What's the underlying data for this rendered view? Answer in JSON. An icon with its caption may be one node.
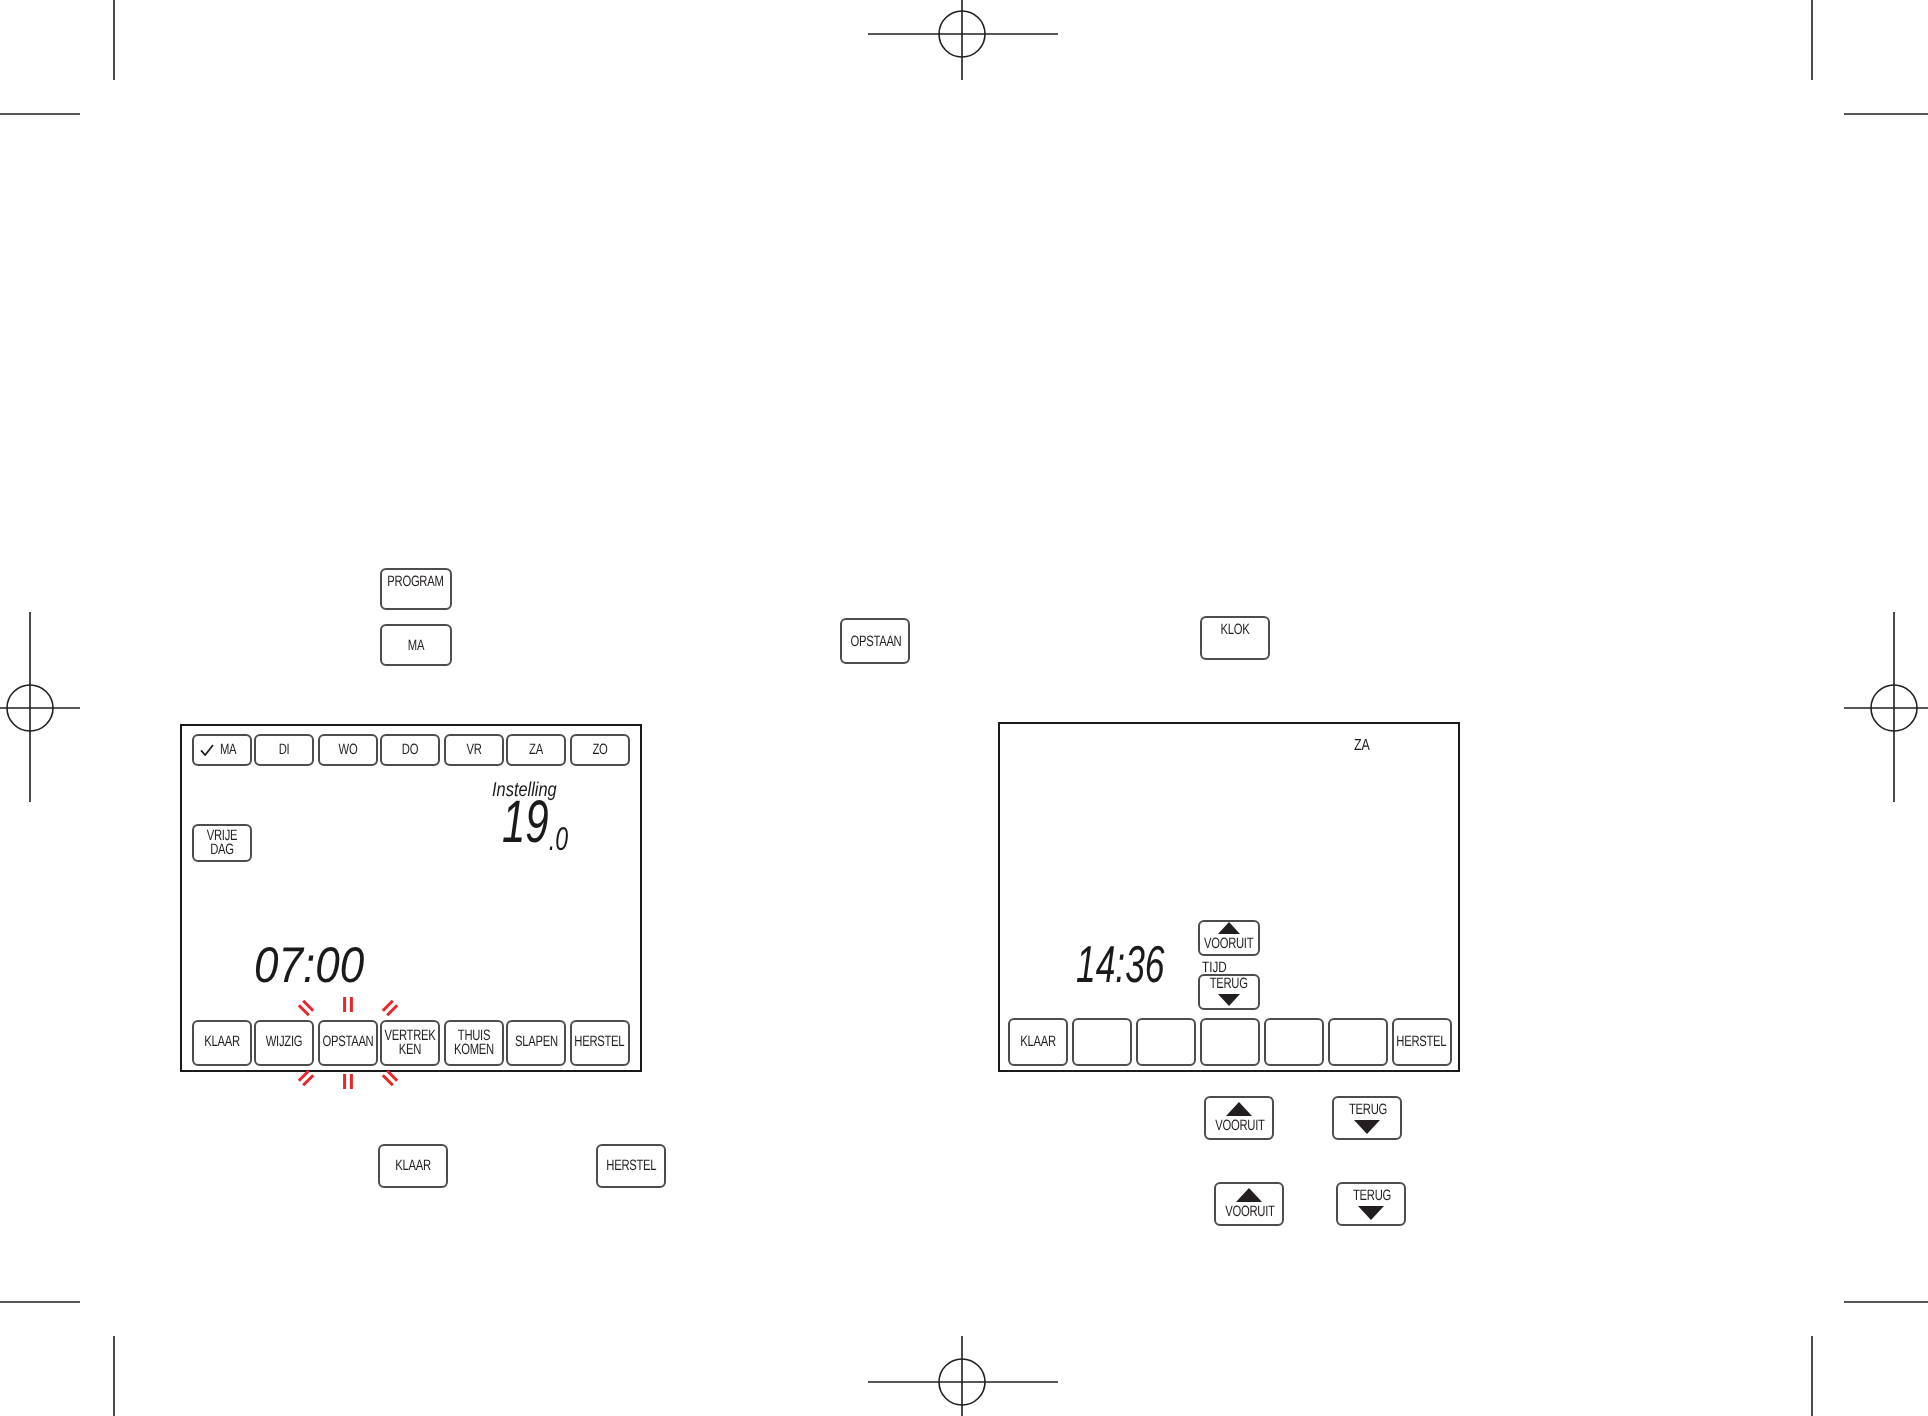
{
  "diagram": {
    "nodes": [
      {
        "text": [
          "PROGRAM"
        ]
      },
      {
        "text": [
          "MA"
        ]
      },
      {
        "text": [
          "Instelling",
          "19$_{.0}$",
          "07:00"
        ]
      },
      {
        "text": [
          "MA"
        ],
        "in": 2
      },
      {
        "text": [
          "DI"
        ],
        "in": 2
      },
      {
        "text": [
          "WO"
        ],
        "in": 2
      },
      {
        "text": [
          "DO"
        ],
        "in": 2
      },
      {
        "text": [
          "VR"
        ],
        "in": 2
      },
      {
        "text": [
          "ZA"
        ],
        "in": 2
      },
      {
        "text": [
          "ZO"
        ],
        "in": 2
      },
      {
        "text": [
          "VRIJE DAG"
        ],
        "in": 2
      },
      {
        "text": [
          "KLAAR"
        ],
        "in": 2
      },
      {
        "text": [
          "WIJZIG"
        ],
        "in": 2
      },
      {
        "text": [
          "OPSTAAN"
        ],
        "in": 2
      },
      {
        "text": [
          "VERTREK KEN"
        ],
        "in": 2
      },
      {
        "text": [
          "THUIS KOMEN"
        ],
        "in": 2
      },
      {
        "text": [
          "SLAPEN"
        ],
        "in": 2
      },
      {
        "text": [
          "HERSTEL"
        ],
        "in": 2
      },
      {
        "text": [
          "KLAAR"
        ]
      },
      {
        "text": [
          "HERSTEL"
        ]
      },
      {
        "text": [
          "OPSTAAN"
        ]
      },
      {
        "text": [
          "KLOK"
        ]
      },
      {
        "text": [
          "ZA",
          "14:36",
          "TIJD"
        ]
      },
      {
        "text": [
          "VOORUIT"
        ],
        "in": 22
      },
      {
        "text": [
          "TERUG"
        ],
        "in": 22
      },
      {
        "text": [
          "KLAAR"
        ],
        "in": 22
      },
      {
        "text": [],
        "shape": "box",
        "in": 22
      },
      {
        "text": [],
        "shape": "box",
        "in": 22
      },
      {
        "text": [],
        "shape": "box",
        "in": 22
      },
      {
        "text": [],
        "shape": "box",
        "in": 22
      },
      {
        "text": [],
        "shape": "box",
        "in": 22
      },
      {
        "text": [
          "HERSTEL"
        ],
        "in": 22
      },
      {
        "text": [
          "VOORUIT"
        ]
      },
      {
        "text": [
          "TERUG"
        ]
      },
      {
        "text": [
          "VOORUIT"
        ]
      },
      {
        "text": [
          "TERUG"
        ]
      }
    ]
  }
}
